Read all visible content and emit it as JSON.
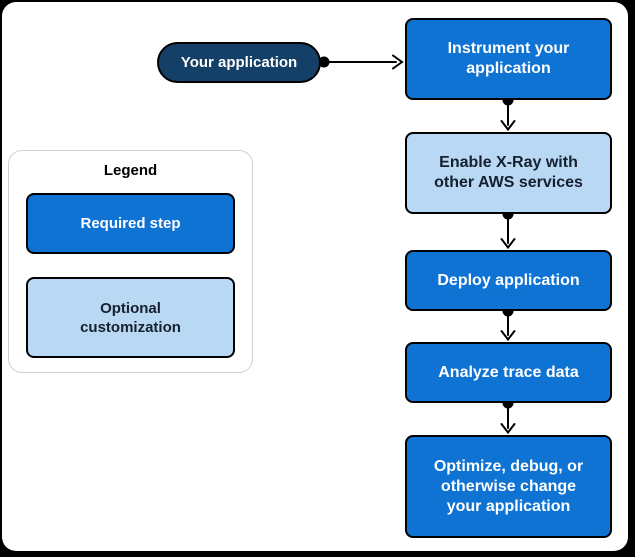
{
  "colors": {
    "required_step_blue": "#0F73D3",
    "optional_step_light_blue": "#B9D8F3",
    "application_navy": "#143F66",
    "outline_black": "#000000",
    "legend_border_gray": "#CDD0D4"
  },
  "application_node": {
    "label": "Your application"
  },
  "flow": {
    "steps": [
      {
        "label": "Instrument your\napplication",
        "type": "required"
      },
      {
        "label": "Enable X-Ray with\nother AWS services",
        "type": "optional"
      },
      {
        "label": "Deploy application",
        "type": "required"
      },
      {
        "label": "Analyze trace data",
        "type": "required"
      },
      {
        "label": "Optimize, debug, or\notherwise change\nyour application",
        "type": "required"
      }
    ]
  },
  "legend": {
    "title": "Legend",
    "items": [
      {
        "label": "Required step",
        "type": "required"
      },
      {
        "label": "Optional\ncustomization",
        "type": "optional"
      }
    ]
  }
}
